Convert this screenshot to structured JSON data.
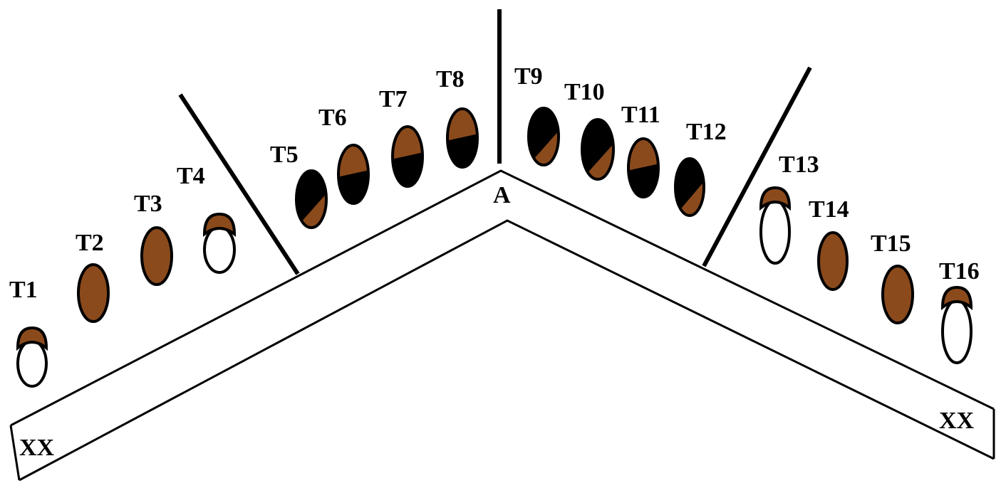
{
  "diagram": {
    "apex_label": "A",
    "end_labels": {
      "left": "XX",
      "right": "XX"
    },
    "colors": {
      "brown": "#8B4A1C",
      "black": "#000000",
      "white": "#ffffff",
      "line": "#000000"
    },
    "teeth": [
      {
        "label": "T1",
        "fill": "brown-cap"
      },
      {
        "label": "T2",
        "fill": "brown"
      },
      {
        "label": "T3",
        "fill": "brown"
      },
      {
        "label": "T4",
        "fill": "brown-cap"
      },
      {
        "label": "T5",
        "fill": "black-brown-diagonal"
      },
      {
        "label": "T6",
        "fill": "brown-top-black-bottom"
      },
      {
        "label": "T7",
        "fill": "brown-top-black-bottom"
      },
      {
        "label": "T8",
        "fill": "brown-top-black-bottom"
      },
      {
        "label": "T9",
        "fill": "black-brown-diagonal"
      },
      {
        "label": "T10",
        "fill": "black-brown-diagonal"
      },
      {
        "label": "T11",
        "fill": "brown-top-black-bottom"
      },
      {
        "label": "T12",
        "fill": "black-brown-diagonal"
      },
      {
        "label": "T13",
        "fill": "brown-cap"
      },
      {
        "label": "T14",
        "fill": "brown"
      },
      {
        "label": "T15",
        "fill": "brown"
      },
      {
        "label": "T16",
        "fill": "brown-cap"
      }
    ]
  }
}
